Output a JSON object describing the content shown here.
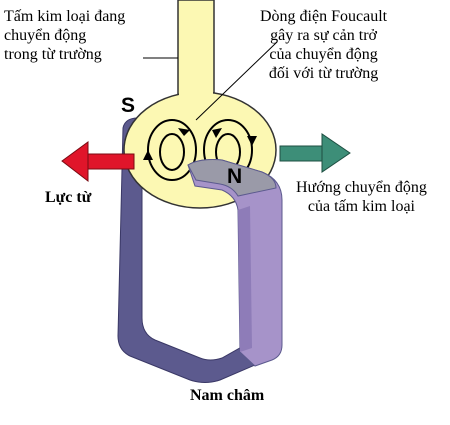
{
  "labels": {
    "plate_line1": "Tấm kim loại đang",
    "plate_line2": "chuyển động",
    "plate_line3": "trong  từ trường",
    "eddy_line1": "Dòng điện Foucault",
    "eddy_line2": "gây ra sự cản trở",
    "eddy_line3": "của chuyển động",
    "eddy_line4": "đối với từ trường",
    "force": "Lực từ",
    "motion_line1": "Hướng chuyển động",
    "motion_line2": "của tấm kim loại",
    "magnet": "Nam châm",
    "pole_s": "S",
    "pole_n": "N"
  },
  "colors": {
    "plate": "#FCF8B3",
    "magnet_light": "#A693C9",
    "magnet_dark": "#5C5A8E",
    "force_arrow": "#E0152A",
    "motion_arrow": "#3D8E78"
  }
}
